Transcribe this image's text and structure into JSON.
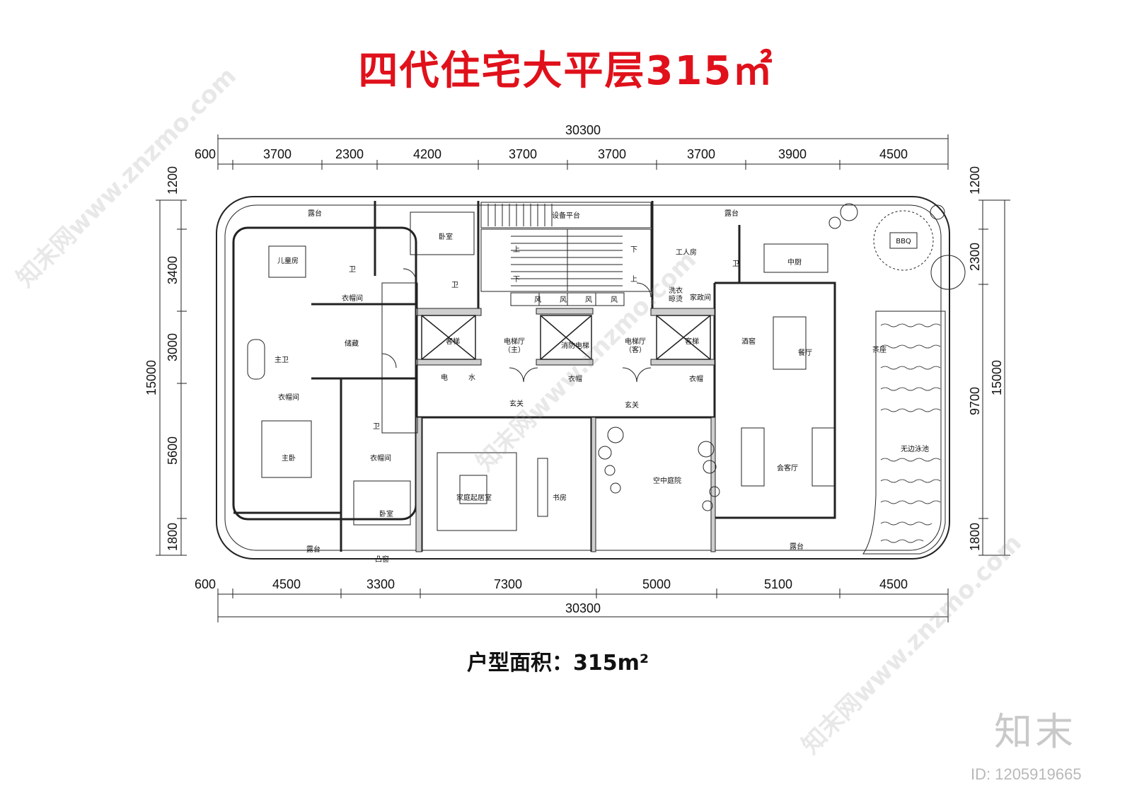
{
  "title": "四代住宅大平层315㎡",
  "area_label": "户型面积：315m²",
  "watermark_brand": "知末",
  "image_id": "ID: 1205919665",
  "watermark_text": "知末网www.znzmo.com",
  "colors": {
    "title": "#e0111b",
    "line": "#222222",
    "grey": "#cfcfcf"
  },
  "dimensions": {
    "top_total": "30300",
    "top": [
      "600",
      "3700",
      "2300",
      "4200",
      "3700",
      "3700",
      "3700",
      "3900",
      "4500"
    ],
    "bottom_total": "30300",
    "bottom": [
      "600",
      "4500",
      "3300",
      "7300",
      "5000",
      "5100",
      "4500"
    ],
    "left_total": "15000",
    "left": [
      "1200",
      "3400",
      "3000",
      "5600",
      "1800"
    ],
    "right_total": "15000",
    "right": [
      "1200",
      "2300",
      "9700",
      "1800"
    ]
  },
  "rooms": {
    "terrace_nw": "露台",
    "equipment": "设备平台",
    "terrace_ne": "露台",
    "kids": "儿童房",
    "bath_kids": "卫",
    "bedroom_n": "卧室",
    "bath_n": "卫",
    "stair_up_1": "上",
    "stair_dn_1": "下",
    "stair_dn_2": "下",
    "stair_up_2": "上",
    "wind_1": "风",
    "wind_2": "风",
    "wind_3": "风",
    "wind_4": "风",
    "servant": "工人房",
    "bath_servant": "卫",
    "kitchen": "中厨",
    "bbq": "BBQ",
    "closet_1": "衣帽间",
    "laundry": "洗衣\n晾烫",
    "housekeeping": "家政间",
    "storage": "储藏",
    "master_bath": "主卫",
    "elevator_1": "客梯",
    "lift_hall_main": "电梯厅\n（主）",
    "fire_elevator": "消防电梯",
    "lift_hall_guest": "电梯厅\n（客）",
    "elevator_2": "客梯",
    "wine": "酒窖",
    "dining": "餐厅",
    "tea": "茶座",
    "elec": "电",
    "water": "水",
    "cloak_1": "衣帽",
    "cloak_2": "衣帽",
    "closet_2": "衣帽间",
    "bath_w": "卫",
    "foyer_1": "玄关",
    "foyer_2": "玄关",
    "master": "主卧",
    "closet_3": "衣帽间",
    "family_room": "家庭起居室",
    "study": "书房",
    "sky_garden": "空中庭院",
    "reception": "会客厅",
    "pool": "无边泳池",
    "bedroom_s": "卧室",
    "bay": "凸窗",
    "terrace_sw": "露台",
    "terrace_se": "露台"
  }
}
